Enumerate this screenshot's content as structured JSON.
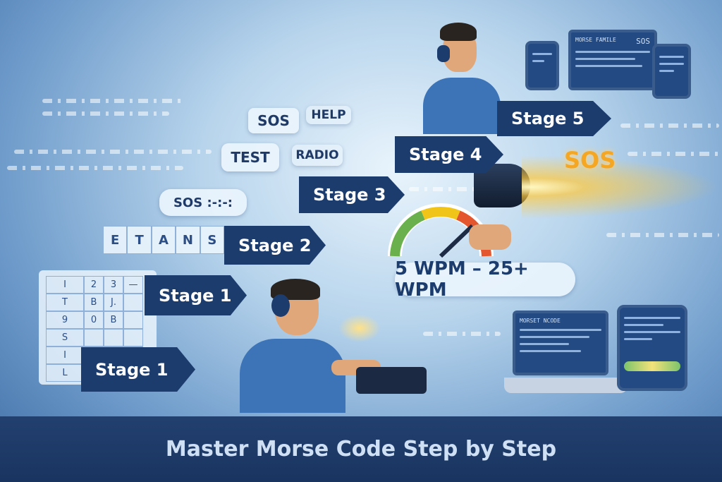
{
  "stages": [
    "Stage 5",
    "Stage 4",
    "Stage 3",
    "Stage 2",
    "Stage 1",
    "Stage 1"
  ],
  "bubbles": {
    "sos": "SOS",
    "help": "HELP",
    "test": "TEST",
    "radio": "RADIO",
    "sos_code": "SOS :-:-:",
    "letters": [
      "E",
      "T",
      "A",
      "N",
      "S"
    ]
  },
  "table": {
    "rows": [
      [
        "I",
        "2",
        "3",
        "—"
      ],
      [
        "T",
        "B",
        "J.",
        ""
      ],
      [
        "9",
        "0",
        "B",
        ""
      ],
      [
        "S",
        "",
        "",
        ""
      ],
      [
        "I",
        "",
        "",
        ""
      ],
      [
        "L",
        "",
        "",
        ""
      ]
    ]
  },
  "speed": "5 WPM – 25+ WPM",
  "flash_text": "SOS",
  "top_monitor": {
    "title": "MORSE FAMILE",
    "code": "SOS"
  },
  "bottom_laptop": {
    "title": "MORSET NCODE"
  },
  "footer_title": "Master Morse Code Step by Step",
  "colors": {
    "navy": "#1d3c6e",
    "footer": "#1f3a66",
    "accent_orange": "#f5a623"
  }
}
